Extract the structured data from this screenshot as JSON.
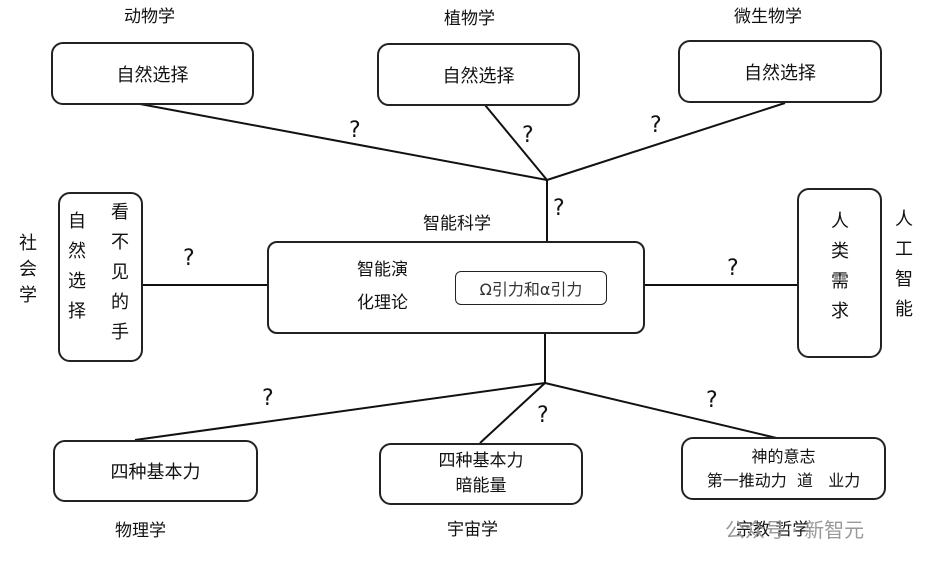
{
  "top": {
    "zoology": {
      "domain": "动物学",
      "box": "自然选择",
      "q": "?"
    },
    "botany": {
      "domain": "植物学",
      "box": "自然选择",
      "q": "?"
    },
    "microbiology": {
      "domain": "微生物学",
      "box": "自然选择",
      "q": "?"
    }
  },
  "center": {
    "title": "智能科学",
    "theory_line1": "智能演",
    "theory_line2": "化理论",
    "core": "Ω引力和α引力",
    "q_top": "?"
  },
  "left": {
    "domain": "社会学",
    "col1": "自然选择",
    "col2": "看不见的手",
    "q": "?"
  },
  "right": {
    "domain": "人工智能",
    "box": "人类需求",
    "q": "?"
  },
  "bottom": {
    "physics": {
      "domain": "物理学",
      "box": "四种基本力",
      "q": "?"
    },
    "cosmology": {
      "domain": "宇宙学",
      "line1": "四种基本力",
      "line2": "暗能量",
      "q": "?"
    },
    "religion": {
      "domain": "宗教 哲学",
      "line1": "神的意志",
      "line2": "第一推动力  道   业力",
      "q": "?"
    }
  },
  "watermark": {
    "text": "公众号 · 新智元"
  }
}
